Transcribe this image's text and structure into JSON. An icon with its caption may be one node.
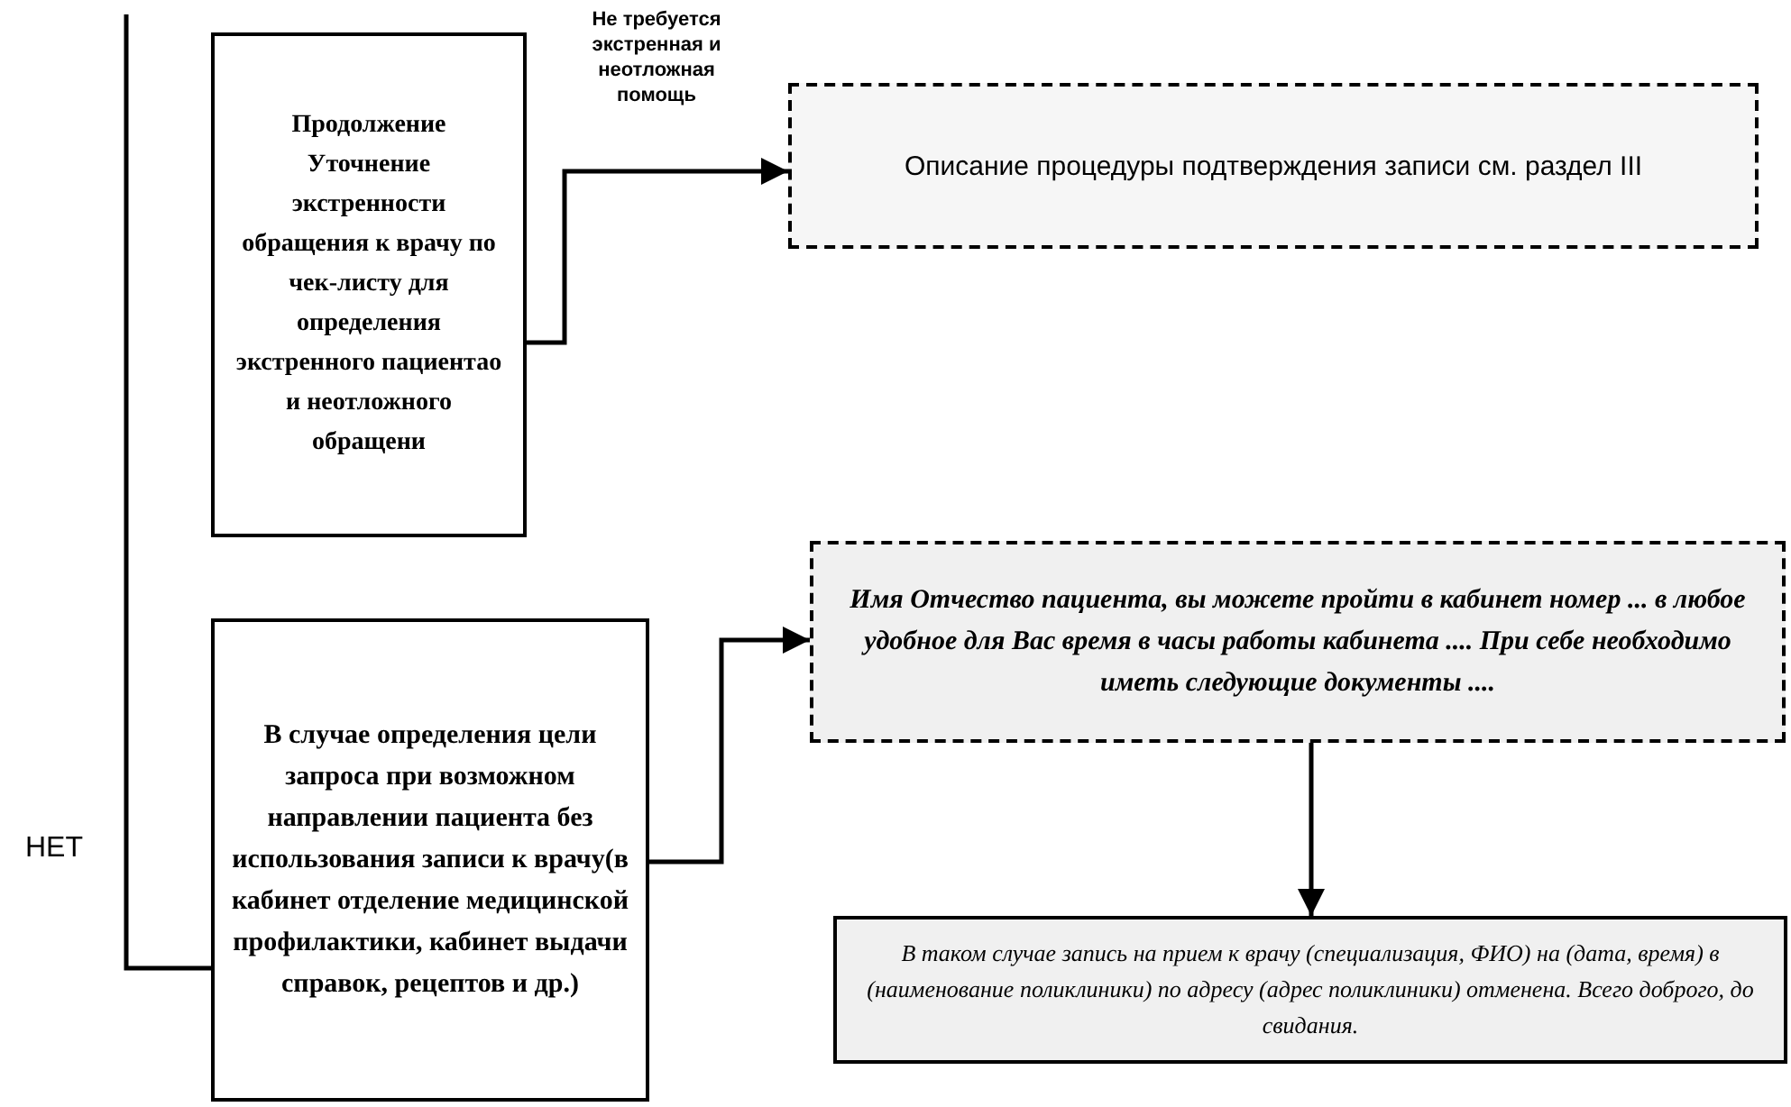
{
  "diagram": {
    "nodes": [
      {
        "text": [
          "Продолжение Уточнение экстренности обращения к врачу по чек-листу для определения экстренного пациентао и неотложного обращени"
        ]
      },
      {
        "text": [
          "Описание процедуры подтверждения записи см. раздел III"
        ]
      },
      {
        "text": [
          "В случае определения цели запроса при возможном направлении пациента без использования записи к врачу(в кабинет отделение медицинской профилактики, кабинет выдачи справок, рецептов и др.)"
        ]
      },
      {
        "text": [
          "Имя Отчество пациента, вы можете пройти в кабинет номер ... в любое удобное для Вас время в часы работы кабинета .... При себе необходимо иметь следующие документы ...."
        ]
      },
      {
        "text": [
          "В таком случае запись на прием к врачу (специализация, ФИО) на (дата, время) в (наименование поликлиники) по адресу (адрес поликлиники) отменена. Всего доброго, до свидания."
        ]
      }
    ],
    "edges": [
      {
        "from": 0,
        "to": 1,
        "arrow": "to",
        "label": "Не требуется экстренная и неотложная помощь"
      },
      {
        "from": null,
        "to": 2,
        "arrow": "none"
      },
      {
        "from": 2,
        "to": 3,
        "arrow": "to"
      },
      {
        "from": 3,
        "to": 4,
        "arrow": "to"
      }
    ],
    "labels": [
      "НЕТ"
    ]
  }
}
